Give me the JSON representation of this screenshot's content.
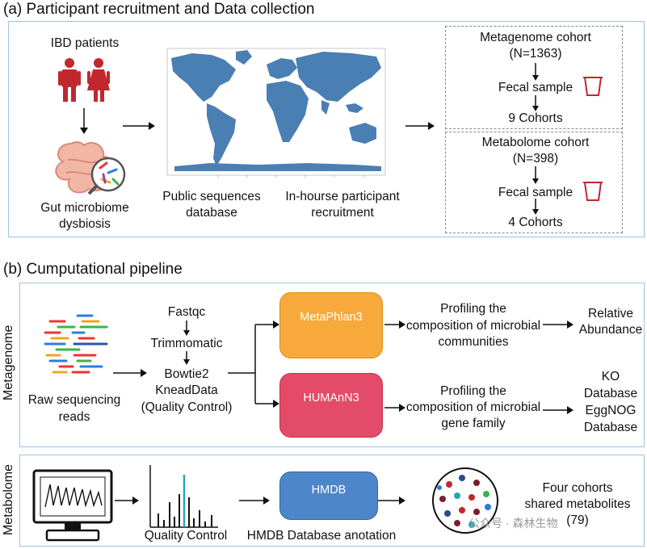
{
  "section_a": {
    "title": "(a) Participant recruitment and Data collection",
    "patients_label": "IBD patients",
    "dysbiosis_label_1": "Gut microbiome",
    "dysbiosis_label_2": "dysbiosis",
    "public_db_label_1": "Public sequences",
    "public_db_label_2": "database",
    "inhouse_label_1": "In-hourse participant",
    "inhouse_label_2": "recruitment",
    "metagenome_cohort": "Metagenome cohort",
    "metagenome_n": "(N=1363)",
    "metagenome_sample": "Fecal sample",
    "metagenome_cohorts": "9 Cohorts",
    "metabolome_cohort": "Metabolome cohort",
    "metabolome_n": "(N=398)",
    "metabolome_sample": "Fecal sample",
    "metabolome_cohorts": "4 Cohorts"
  },
  "section_b": {
    "title": "(b) Cumputational pipeline",
    "metagenome_side": "Metagenome",
    "metabolome_side": "Metabolome",
    "raw_reads_1": "Raw sequencing",
    "raw_reads_2": "reads",
    "steps": [
      "Fastqc",
      "Trimmomatic",
      "Bowtie2",
      "KneadData",
      "(Quality Control)"
    ],
    "metaphlan": "MetaPhlan3",
    "humann": "HUMAnN3",
    "profile_comp_1": "Profiling the",
    "profile_comp_2": "composition of microbial",
    "profile_comp_3": "communities",
    "profile_gene_1": "Profiling the",
    "profile_gene_2": "composition of microbial",
    "profile_gene_3": "gene family",
    "rel_abund_1": "Relative",
    "rel_abund_2": "Abundance",
    "ko_1": "KO",
    "ko_2": "Database",
    "egg_1": "EggNOG",
    "egg_2": "Database",
    "quality_control": "Quality Control",
    "hmdb": "HMDB",
    "hmdb_anot": "HMDB Database anotation",
    "four_cohorts_1": "Four cohorts",
    "four_cohorts_2": "shared metabolites",
    "four_cohorts_3": "(79)",
    "watermark": "公众号 · 森林生物"
  },
  "colors": {
    "panel_border": "#9dc3e6",
    "person": "#c0282e",
    "cup": "#c0282e",
    "metaphlan": "#f7a93b",
    "humann": "#e34b68",
    "hmdb": "#4d86c9",
    "map_land": "#4a7fb3"
  }
}
